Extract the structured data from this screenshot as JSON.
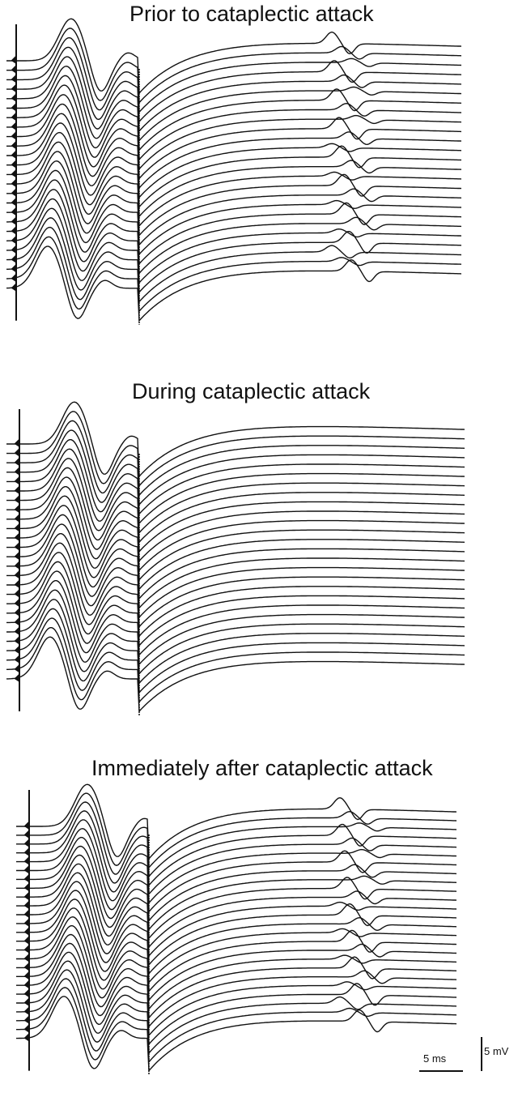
{
  "panels": [
    {
      "title": "Prior to cataplectic attack",
      "state": "prior"
    },
    {
      "title": "During cataplectic attack",
      "state": "during"
    },
    {
      "title": "Immediately after cataplectic attack",
      "state": "after"
    }
  ],
  "scale_bar": {
    "voltage_label": "5 mV",
    "time_label": "5 ms"
  },
  "chart_data": [
    {
      "type": "line",
      "title": "Prior to cataplectic attack",
      "description_units": {
        "x": "ms",
        "y": "mV"
      },
      "trace_count": 25,
      "spike_late_component": true
    },
    {
      "type": "line",
      "title": "During cataplectic attack",
      "description_units": {
        "x": "ms",
        "y": "mV"
      },
      "trace_count": 26,
      "spike_late_component": false
    },
    {
      "type": "line",
      "title": "Immediately after cataplectic attack",
      "description_units": {
        "x": "ms",
        "y": "mV"
      },
      "trace_count": 25,
      "spike_late_component": true
    }
  ],
  "colors": {
    "trace": "#111111",
    "background": "#ffffff"
  }
}
